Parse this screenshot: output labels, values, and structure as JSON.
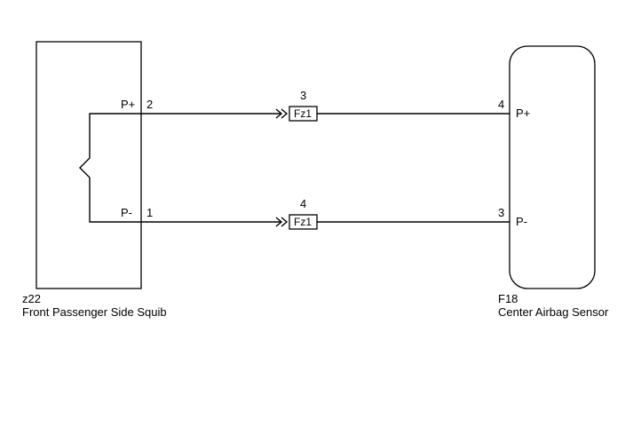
{
  "components": {
    "left": {
      "code": "z22",
      "name": "Front Passenger Side Squib"
    },
    "right": {
      "code": "F18",
      "name": "Center Airbag Sensor"
    }
  },
  "wires": [
    {
      "left_terminal": "P+",
      "left_pin": "2",
      "connector_label": "Fz1",
      "connector_pin": "3",
      "right_pin": "4",
      "right_terminal": "P+"
    },
    {
      "left_terminal": "P-",
      "left_pin": "1",
      "connector_label": "Fz1",
      "connector_pin": "4",
      "right_pin": "3",
      "right_terminal": "P-"
    }
  ]
}
